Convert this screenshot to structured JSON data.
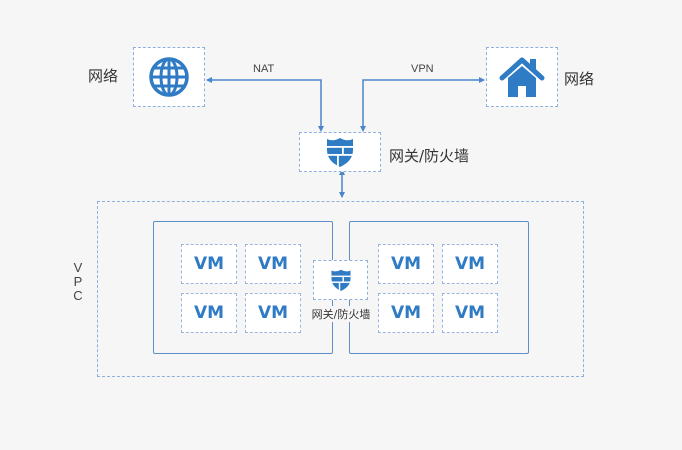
{
  "diagram": {
    "colors": {
      "accent": "#2f7bc4",
      "line": "#4a86c8",
      "dashed_border": "#8fb0dc",
      "background": "#f6f6f6"
    },
    "top": {
      "left_network": {
        "label": "网络",
        "icon": "globe-icon"
      },
      "right_network": {
        "label": "网络",
        "icon": "home-icon"
      },
      "nat_label": "NAT",
      "vpn_label": "VPN",
      "gateway": {
        "label": "网关/防火墙",
        "icon": "shield-firewall-icon"
      }
    },
    "vpc": {
      "label": "VPC",
      "label_letters": [
        "V",
        "P",
        "C"
      ],
      "inner_gateway": {
        "label": "网关/防火墙",
        "icon": "shield-firewall-icon"
      },
      "subnets": [
        {
          "vms": [
            "VM",
            "VM",
            "VM",
            "VM"
          ]
        },
        {
          "vms": [
            "VM",
            "VM",
            "VM",
            "VM"
          ]
        }
      ]
    }
  }
}
